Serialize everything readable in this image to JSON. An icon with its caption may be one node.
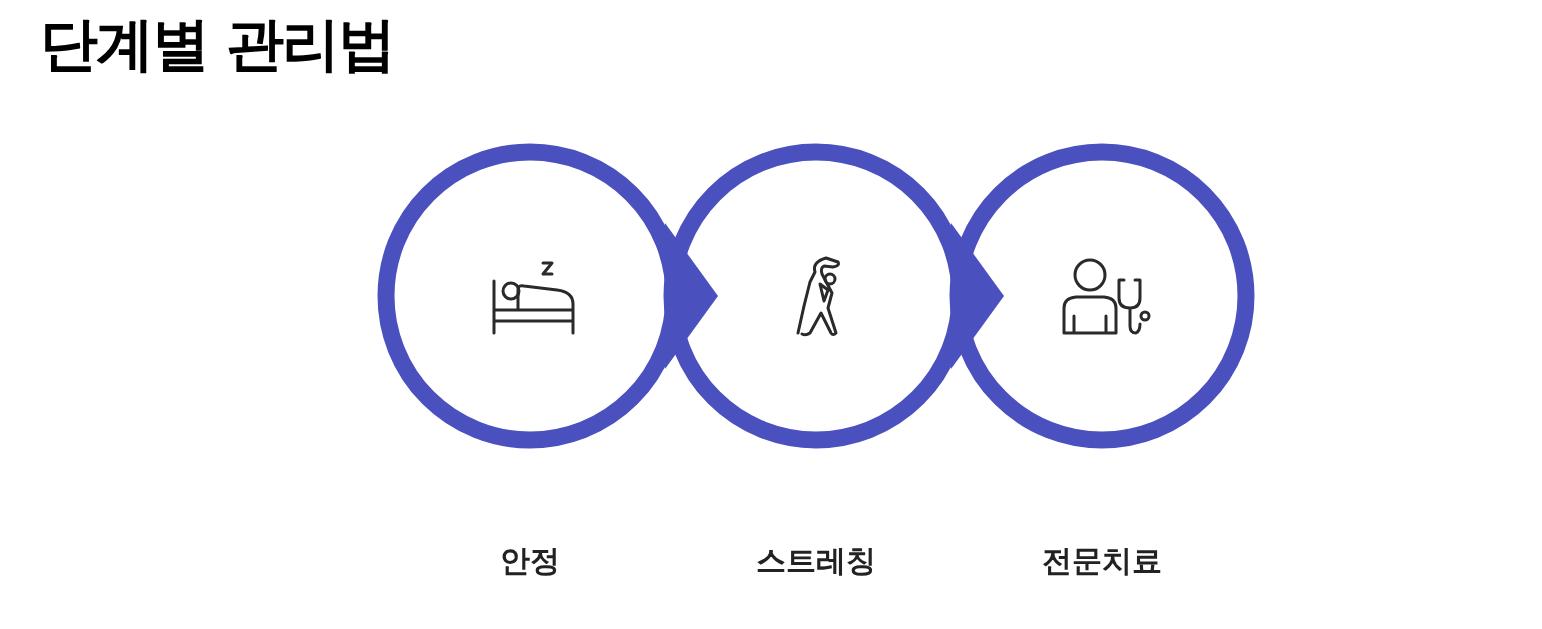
{
  "diagram": {
    "title": "단계별 관리법",
    "nodes": [
      {
        "text": [],
        "shape": "circle",
        "beside": [
          "안정"
        ]
      },
      {
        "text": [],
        "shape": "circle",
        "beside": [
          "스트레칭"
        ]
      },
      {
        "text": [],
        "shape": "circle",
        "beside": [
          "전문치료"
        ]
      }
    ],
    "edges": [
      {
        "from": 0,
        "to": 1,
        "arrow": "to"
      },
      {
        "from": 1,
        "to": 2,
        "arrow": "to"
      }
    ]
  }
}
